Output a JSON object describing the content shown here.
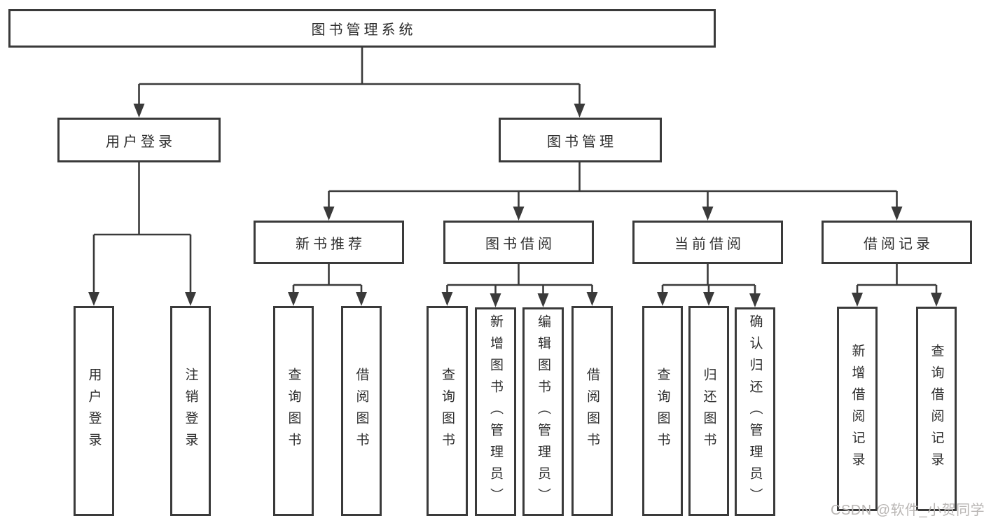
{
  "diagram": {
    "root": {
      "label": "图书管理系统"
    },
    "level2": {
      "user_login": {
        "label": "用户登录"
      },
      "book_management": {
        "label": "图书管理"
      }
    },
    "level3": {
      "new_book_recommend": {
        "label": "新书推荐"
      },
      "book_borrow": {
        "label": "图书借阅"
      },
      "current_borrow": {
        "label": "当前借阅"
      },
      "borrow_record": {
        "label": "借阅记录"
      }
    },
    "leaves": {
      "user_login": [
        "用户登录",
        "注销登录"
      ],
      "new_book_recommend": [
        "查询图书",
        "借阅图书"
      ],
      "book_borrow": [
        "查询图书",
        "新增图书（管理员）",
        "编辑图书（管理员）",
        "借阅图书"
      ],
      "current_borrow": [
        "查询图书",
        "归还图书",
        "确认归还（管理员）"
      ],
      "borrow_record": [
        "新增借阅记录",
        "查询借阅记录"
      ]
    }
  },
  "watermark": {
    "text": "CSDN @软件_小贺同学"
  },
  "colors": {
    "line": "#3a3a3a",
    "text": "#2e2e2e",
    "background": "#ffffff",
    "watermark": "#b9b6b4"
  }
}
